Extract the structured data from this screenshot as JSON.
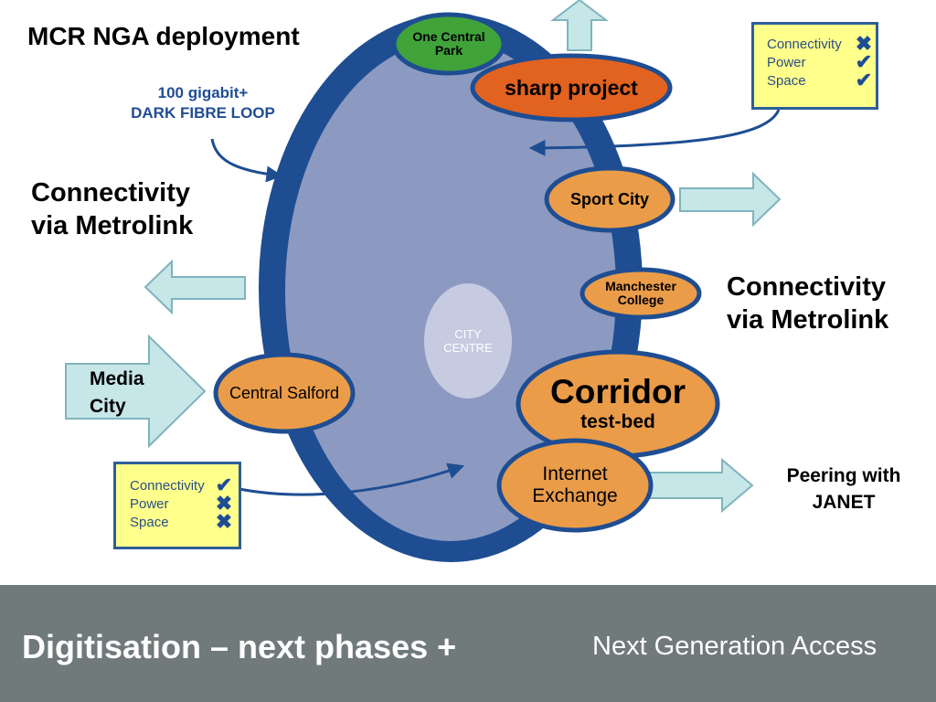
{
  "title": "MCR NGA deployment",
  "loop_label": {
    "line1": "100 gigabit+",
    "line2": "DARK FIBRE LOOP"
  },
  "connectivity_left": {
    "line1": "Connectivity",
    "line2": "via Metrolink"
  },
  "connectivity_right": {
    "line1": "Connectivity",
    "line2": "via Metrolink"
  },
  "media_city": {
    "line1": "Media",
    "line2": "City"
  },
  "peering": {
    "line1": "Peering with",
    "line2": "JANET"
  },
  "nodes": {
    "one_central_park": {
      "line1": "One Central",
      "line2": "Park"
    },
    "sharp_project": "sharp project",
    "sport_city": "Sport City",
    "manchester_college": {
      "line1": "Manchester",
      "line2": "College"
    },
    "city_centre": {
      "line1": "CITY",
      "line2": "CENTRE"
    },
    "corridor": {
      "line1": "Corridor",
      "line2": "test-bed"
    },
    "central_salford": "Central Salford",
    "internet_exchange": {
      "line1": "Internet",
      "line2": "Exchange"
    }
  },
  "status_top": [
    {
      "label": "Connectivity",
      "mark": "✖"
    },
    {
      "label": "Power",
      "mark": "✔"
    },
    {
      "label": "Space",
      "mark": "✔"
    }
  ],
  "status_bottom": [
    {
      "label": "Connectivity",
      "mark": "✔"
    },
    {
      "label": "Power",
      "mark": "✖"
    },
    {
      "label": "Space",
      "mark": "✖"
    }
  ],
  "footer": {
    "title": "Digitisation – next phases +",
    "subtitle": "Next Generation Access"
  },
  "colors": {
    "ring": "#1e4d92",
    "inner": "#8c9ac1",
    "city_centre": "#c6cbe2",
    "node_orange": "#ea9c48",
    "sharp_red": "#e2621f",
    "node_green": "#3fa33a",
    "arrow_fill": "#c6e6e8",
    "arrow_stroke": "#7fb4bd",
    "status_bg": "#ffff8c",
    "footer_bg": "#707a7b"
  }
}
